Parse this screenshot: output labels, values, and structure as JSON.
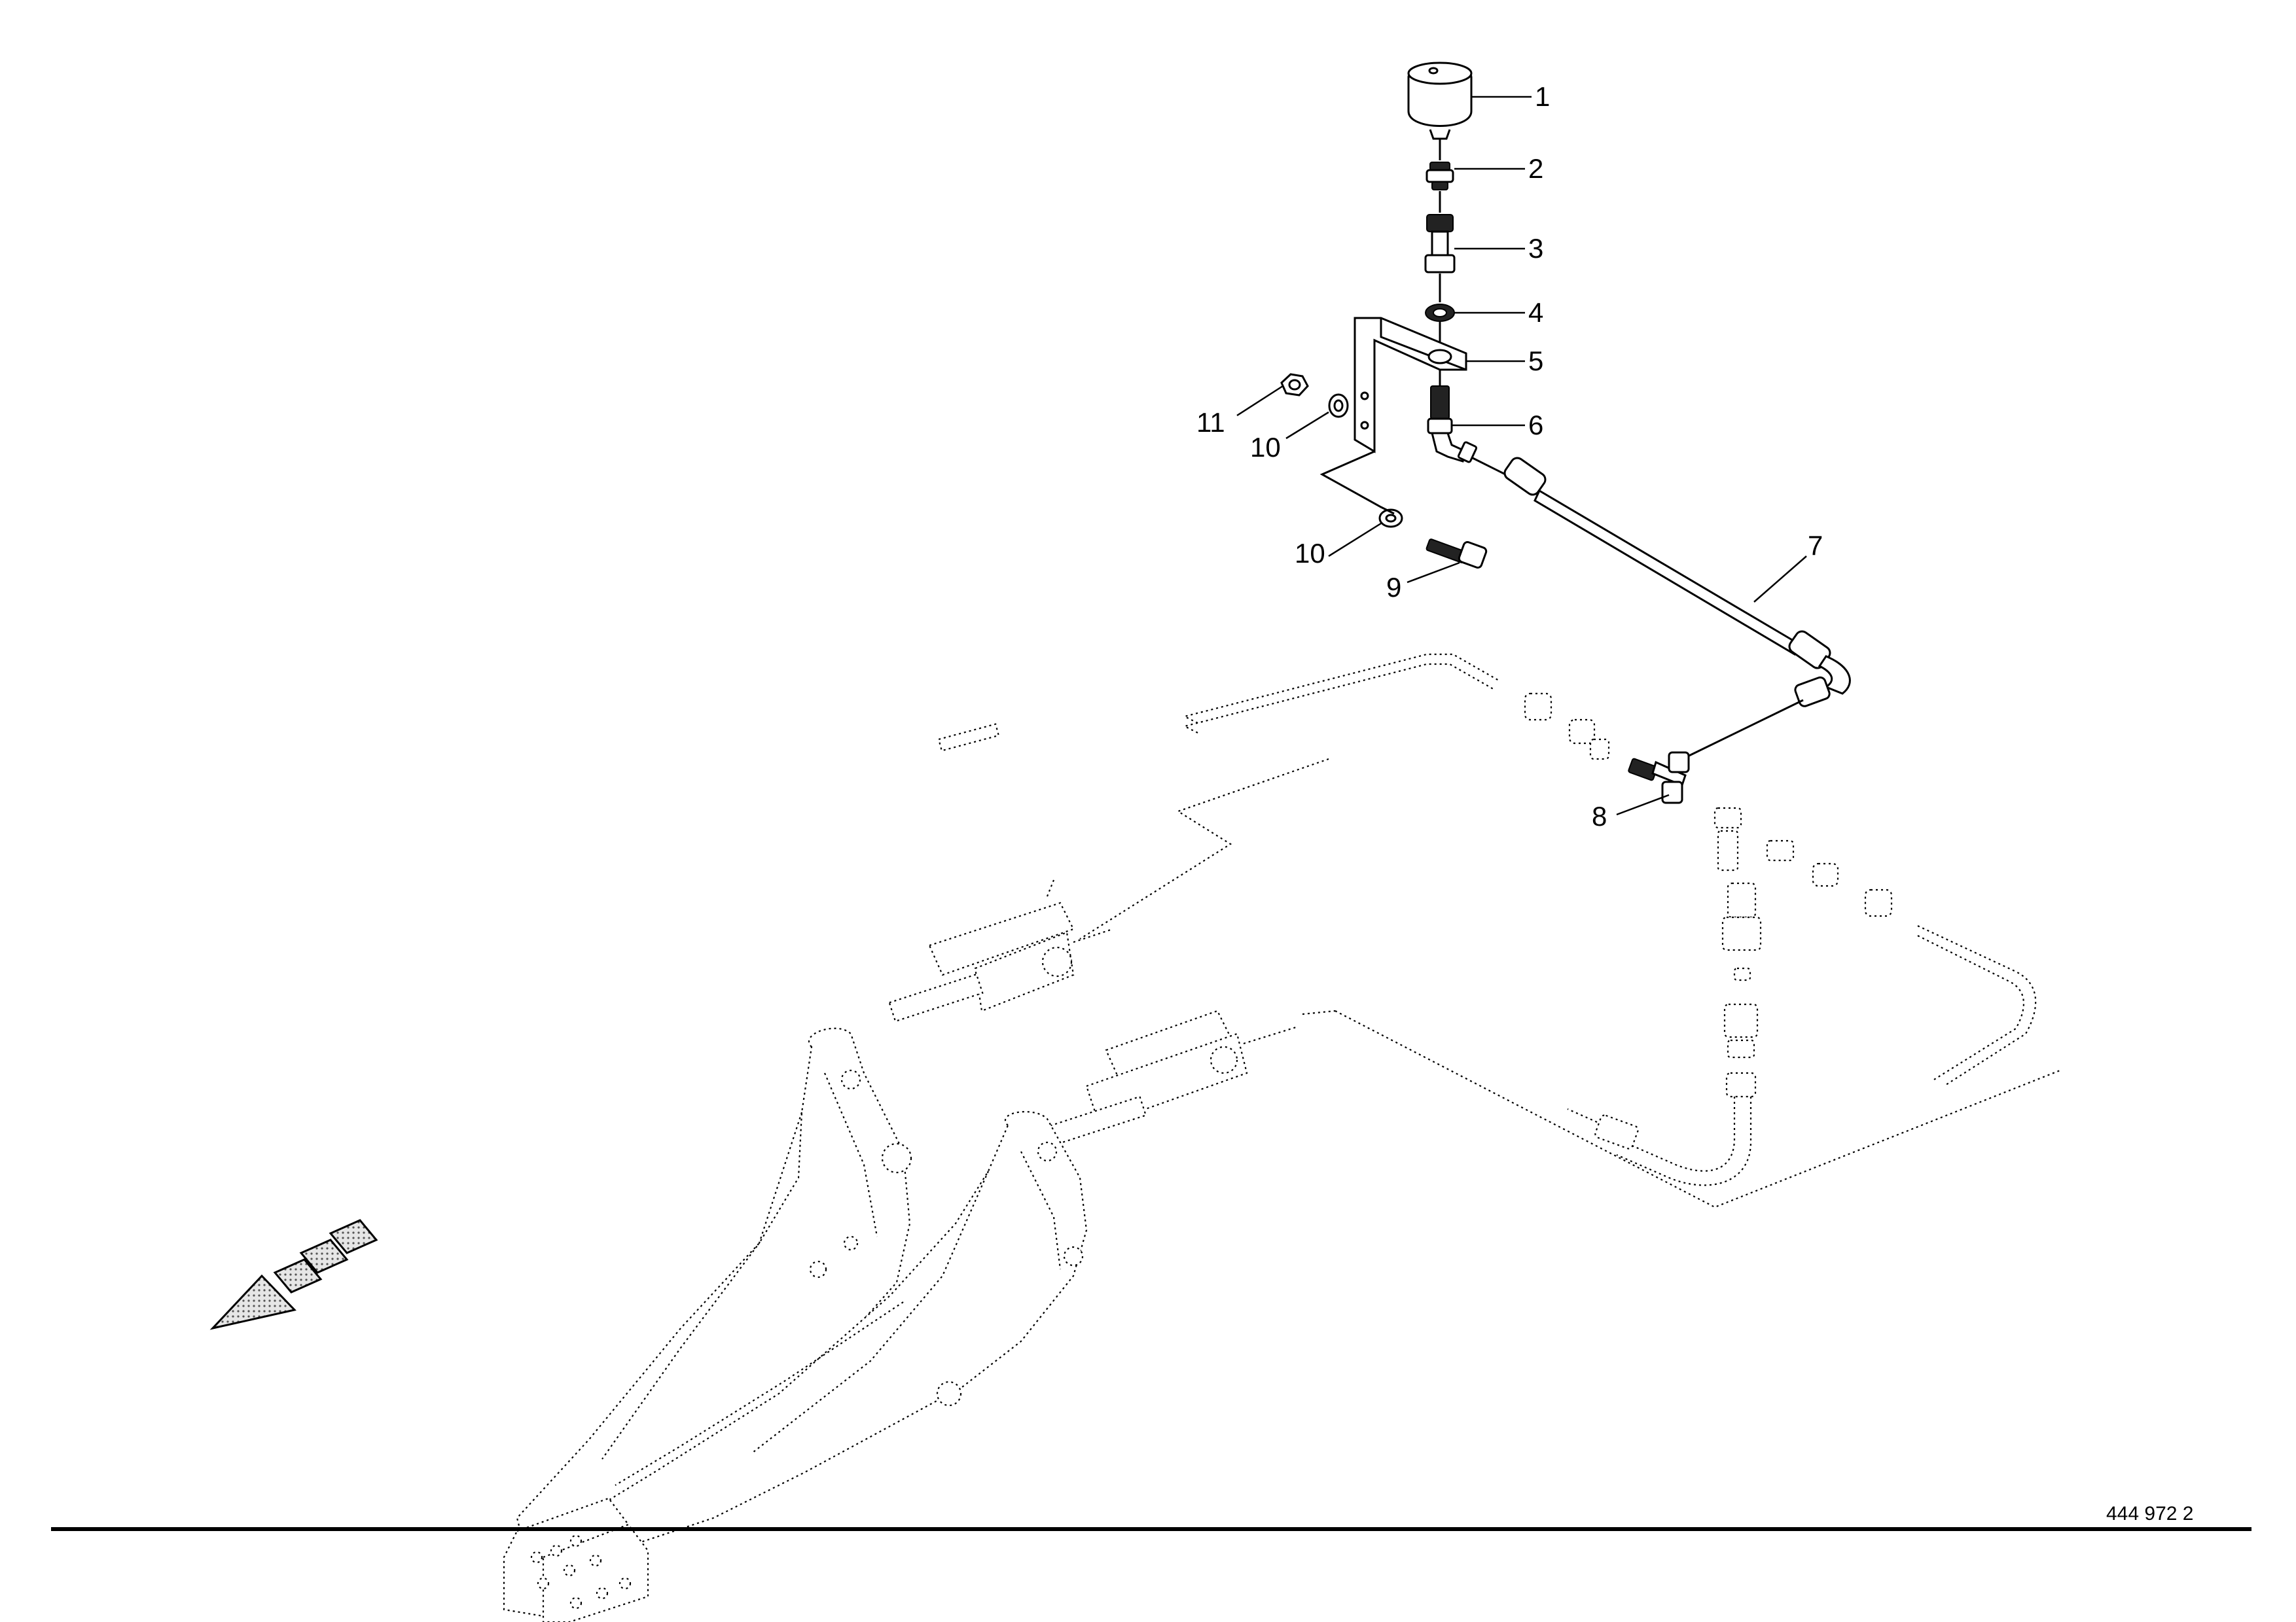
{
  "diagram": {
    "callouts": [
      {
        "id": "1",
        "label": "1"
      },
      {
        "id": "2",
        "label": "2"
      },
      {
        "id": "3",
        "label": "3"
      },
      {
        "id": "4",
        "label": "4"
      },
      {
        "id": "5",
        "label": "5"
      },
      {
        "id": "6",
        "label": "6"
      },
      {
        "id": "7",
        "label": "7"
      },
      {
        "id": "8",
        "label": "8"
      },
      {
        "id": "9",
        "label": "9"
      },
      {
        "id": "10a",
        "label": "10"
      },
      {
        "id": "10b",
        "label": "10"
      },
      {
        "id": "11",
        "label": "11"
      }
    ],
    "document_number": "444 972 2",
    "direction_arrow_icon": "direction-arrow-icon",
    "colors": {
      "line": "#000000",
      "background": "#ffffff",
      "arrow_fill": "#bfbfbf"
    }
  }
}
